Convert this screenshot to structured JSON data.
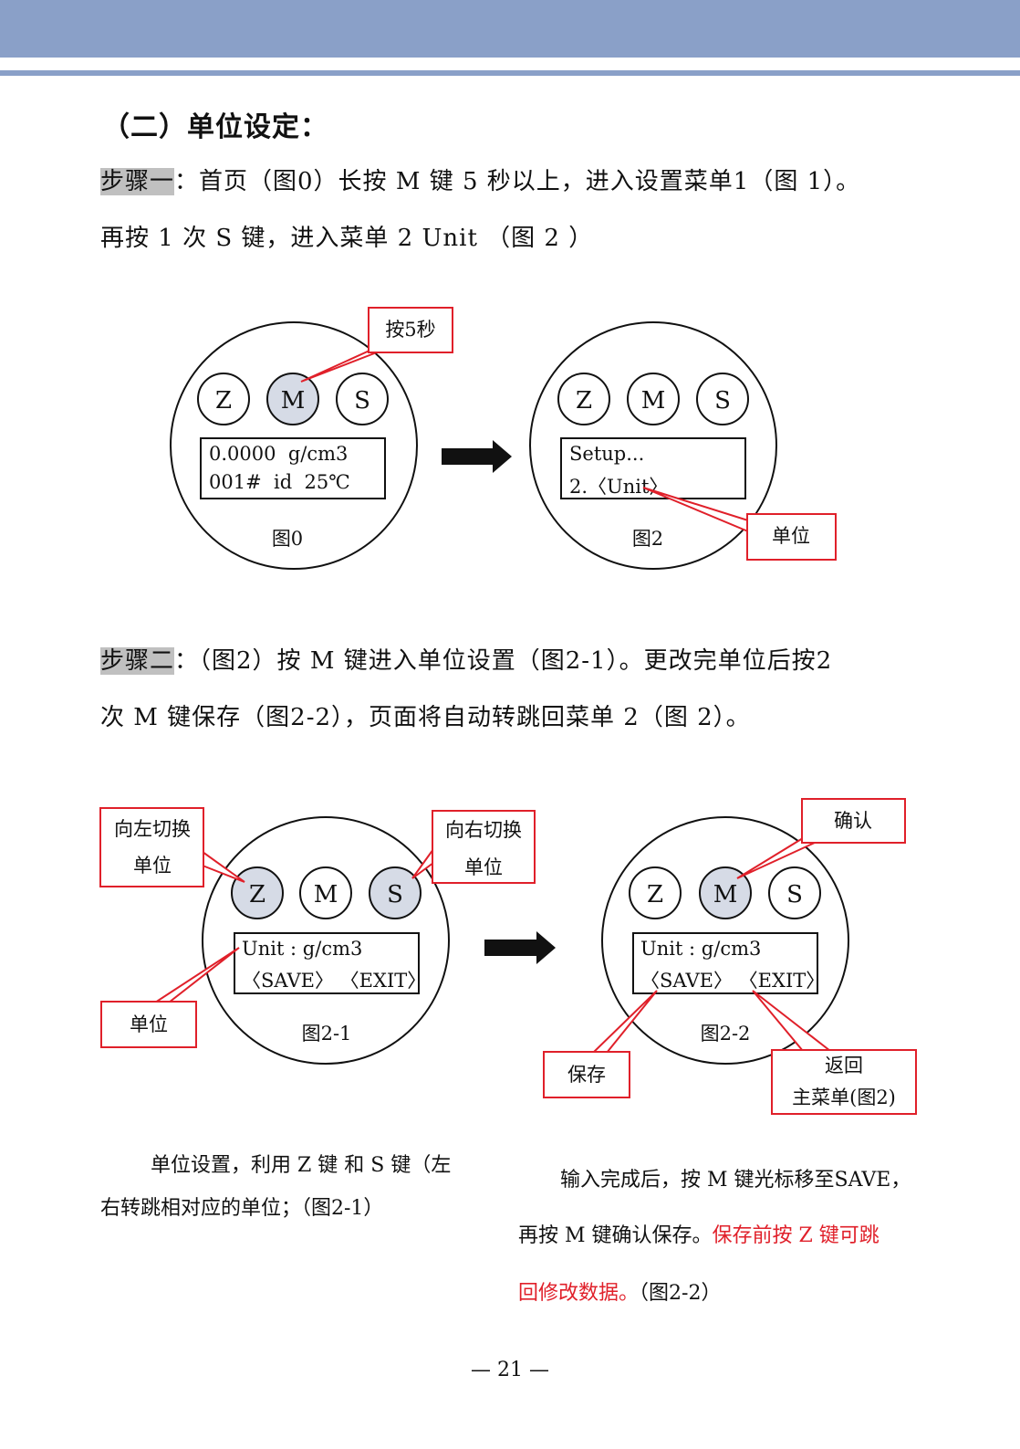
{
  "header": {
    "band_color": "#8aa0c8"
  },
  "section_title": "（二）单位设定：",
  "step1": {
    "tag": "步骤一",
    "line1": "：首页（图0）长按 M 键 5 秒以上，进入设置菜单1（图 1）。",
    "line2": "再按 1 次 S 键，进入菜单 2 Unit （图 2 ）"
  },
  "step2": {
    "tag": "步骤二",
    "line1": "：（图2）按 M 键进入单位设置（图2-1）。更改完单位后按2",
    "line2": "次 M 键保存（图2-2），页面将自动转跳回菜单 2（图 2）。"
  },
  "buttons": {
    "z": "Z",
    "m": "M",
    "s": "S"
  },
  "fig0": {
    "caption": "图0",
    "lcd_line1": "0.0000  g/cm3",
    "lcd_line2": "001#  id  25℃",
    "callout": "按5秒"
  },
  "fig2": {
    "caption": "图2",
    "lcd_line1": "Setup...",
    "lcd_line2": "2.〈Unit〉",
    "callout": "单位"
  },
  "fig21": {
    "caption": "图2-1",
    "lcd_line1": "Unit : g/cm3",
    "lcd_line2": "〈SAVE〉 〈EXIT〉",
    "callout_left_1": "向左切换",
    "callout_left_2": "单位",
    "callout_right_1": "向右切换",
    "callout_right_2": "单位",
    "callout_unit": "单位"
  },
  "fig22": {
    "caption": "图2-2",
    "lcd_line1": "Unit : g/cm3",
    "lcd_line2": "〈SAVE〉 〈EXIT〉",
    "callout_confirm": "确认",
    "callout_save": "保存",
    "callout_return_1": "返回",
    "callout_return_2": "主菜单(图2)"
  },
  "note_left": {
    "line1": "单位设置，利用 Z 键 和 S 键（左",
    "line2": "右转跳相对应的单位；（图2-1）"
  },
  "note_right": {
    "line1": "输入完成后，按 M 键光标移至SAVE，",
    "line2_black": "再按 M 键确认保存。",
    "line2_red": "保存前按 Z 键可跳",
    "line3_red": "回修改数据。",
    "line3_black": "（图2-2）"
  },
  "colors": {
    "callout_red": "#e0202a",
    "button_highlight": "#d6dbe6"
  },
  "page_number": "— 21 —"
}
